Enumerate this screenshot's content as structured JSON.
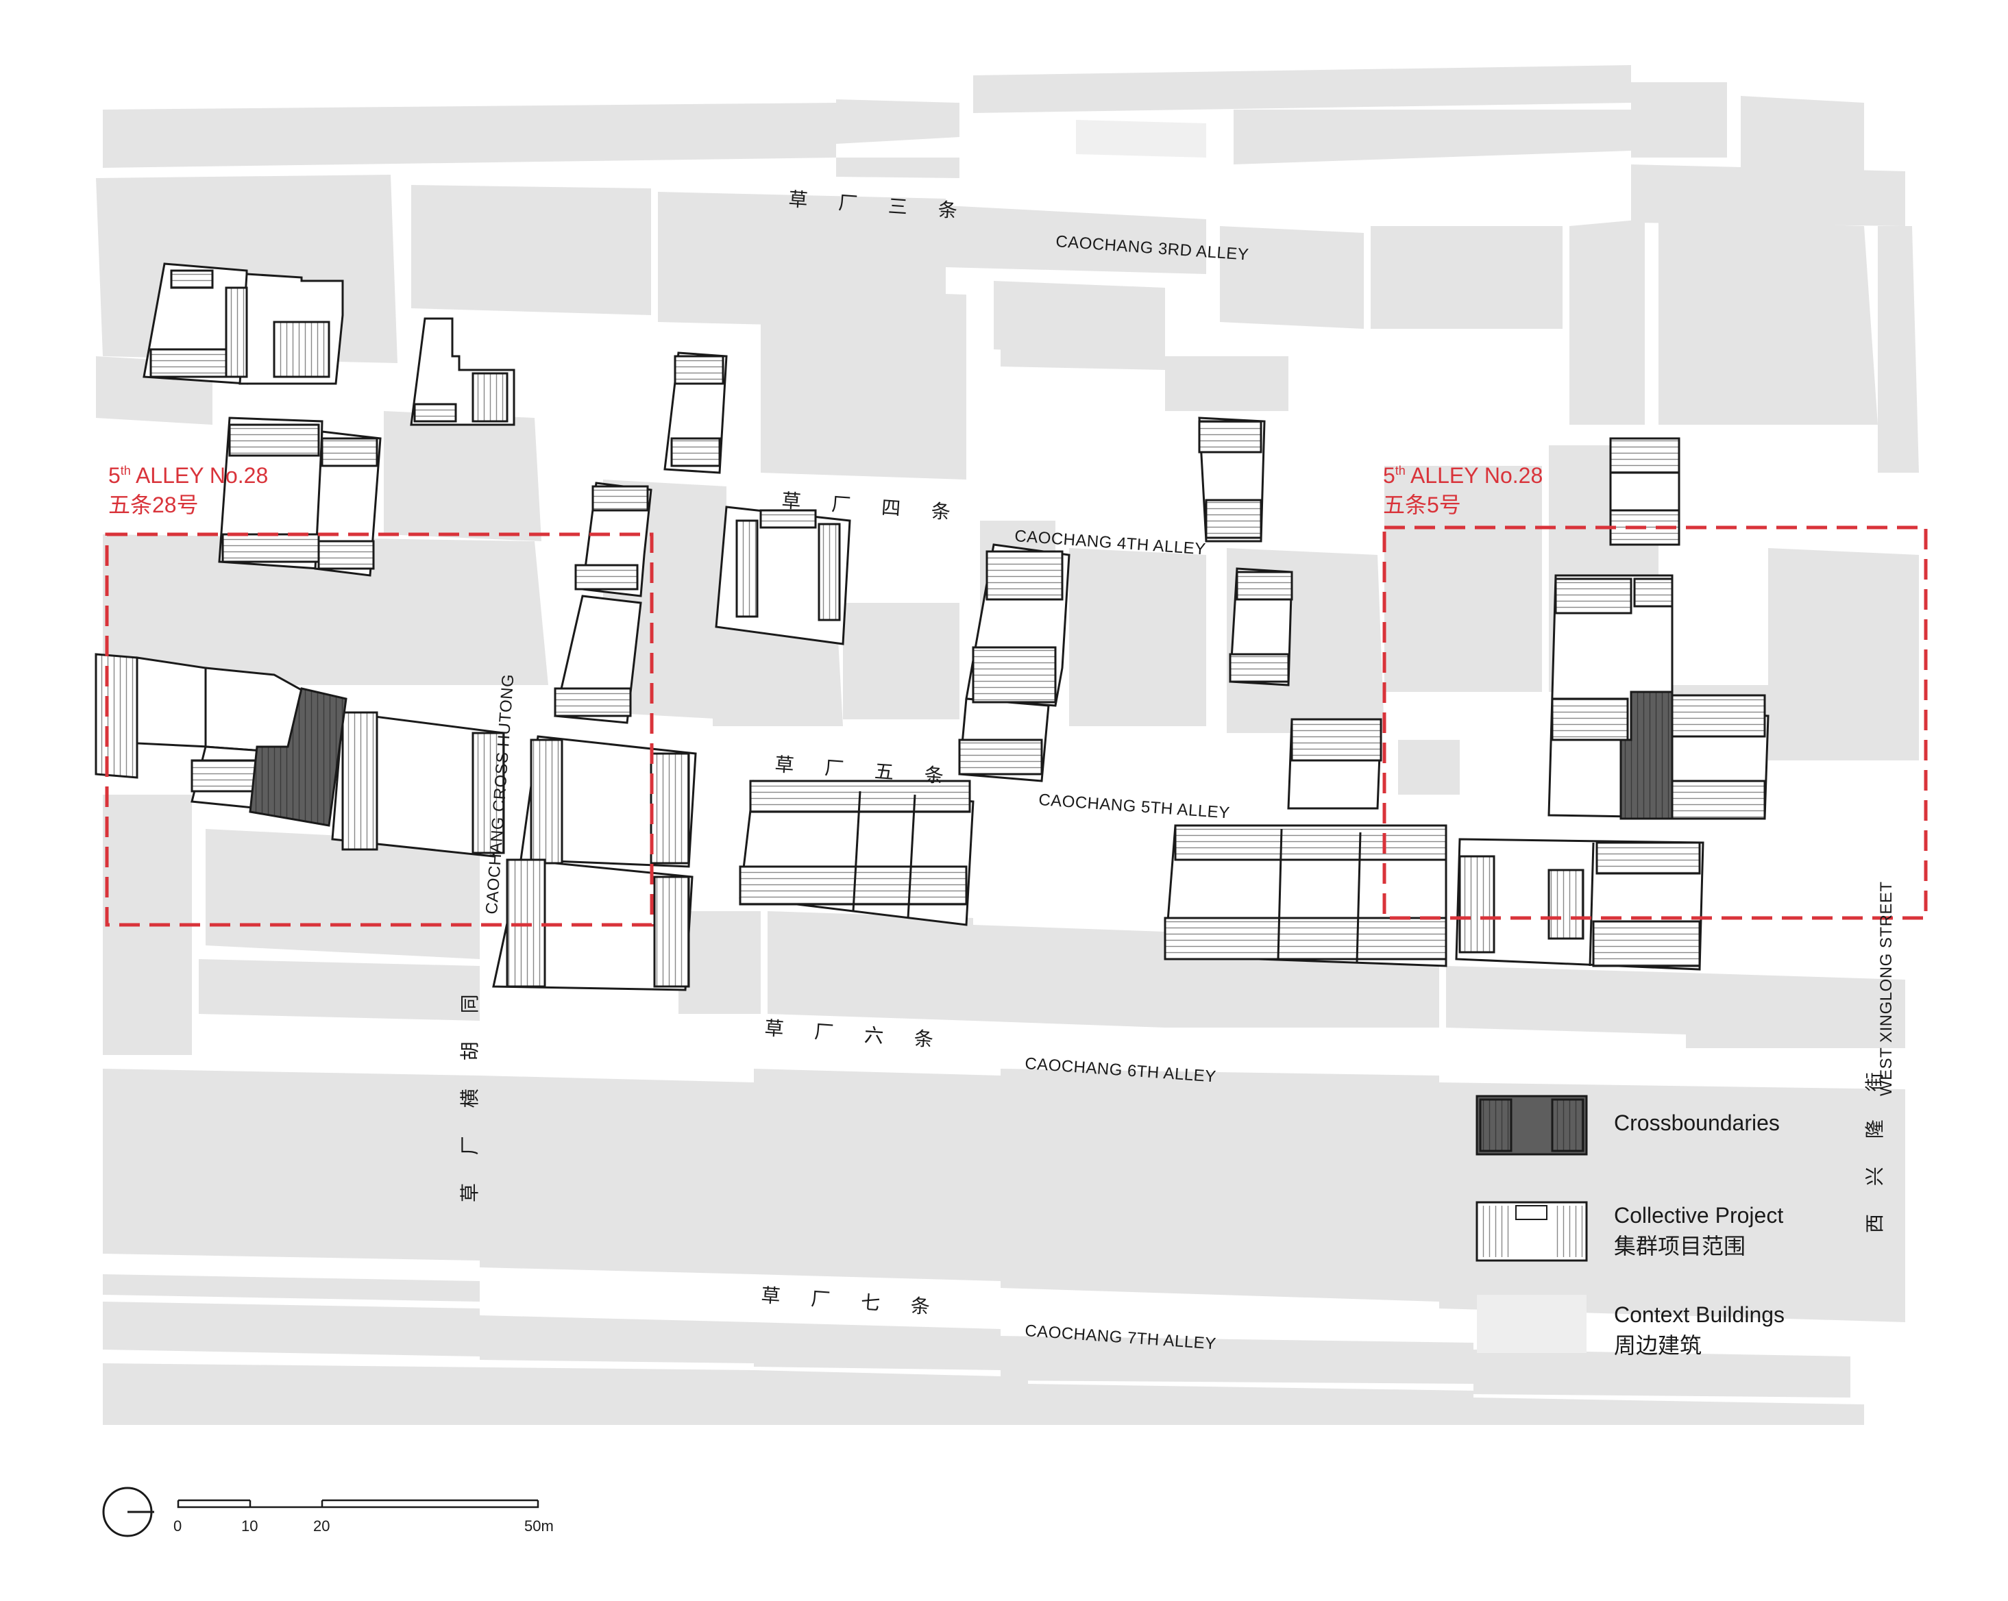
{
  "streets": {
    "alley3_cn": "草 厂 三 条",
    "alley3_en": "CAOCHANG 3RD ALLEY",
    "alley4_cn": "草 厂 四 条",
    "alley4_en": "CAOCHANG 4TH ALLEY",
    "alley5_cn": "草 厂 五 条",
    "alley5_en": "CAOCHANG 5TH ALLEY",
    "alley6_cn": "草 厂 六 条",
    "alley6_en": "CAOCHANG 6TH ALLEY",
    "alley7_cn": "草 厂 七 条",
    "alley7_en": "CAOCHANG 7TH ALLEY",
    "cross_en": "CAOCHANG CROSS HUTONG",
    "cross_cn": "草 厂 横 胡 同",
    "west_en": "WEST XINGLONG STREET",
    "west_cn": "西 兴 隆 街"
  },
  "sites": {
    "left": {
      "title_prefix": "5",
      "title_sup": "th",
      "title_rest": " ALLEY No.28",
      "subtitle": "五条28号"
    },
    "right": {
      "title_prefix": "5",
      "title_sup": "th",
      "title_rest": " ALLEY No.28",
      "subtitle": "五条5号"
    }
  },
  "legend": {
    "crossboundaries": "Crossboundaries",
    "collective_en": "Collective Project",
    "collective_cn": "集群项目范围",
    "context_en": "Context Buildings",
    "context_cn": "周边建筑"
  },
  "scale": {
    "labels": [
      "0",
      "10",
      "20",
      "50m"
    ]
  },
  "colors": {
    "context": "#e4e4e4",
    "crossboundaries": "#5e5e5e",
    "site_boundary": "#d9333a",
    "outline": "#1a1a1a"
  }
}
